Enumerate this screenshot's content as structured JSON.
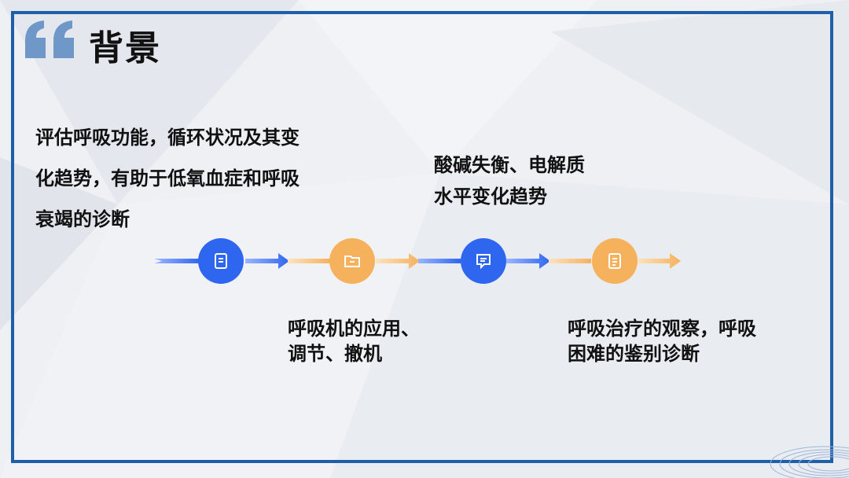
{
  "header": {
    "title": "背景"
  },
  "points": {
    "top_left": "评估呼吸功能，循环状况及其变\n化趋势，有助于低氧血症和呼吸\n衰竭的诊断",
    "top_right": "酸碱失衡、电解质\n水平变化趋势",
    "bottom_left": "呼吸机的应用、\n调节、撤机",
    "bottom_right": "呼吸治疗的观察，呼吸\n困难的鉴别诊断"
  },
  "timeline": {
    "nodes": [
      {
        "icon": "document-icon",
        "color": "#2f66f0"
      },
      {
        "icon": "folder-icon",
        "color": "#f6b15c"
      },
      {
        "icon": "chat-icon",
        "color": "#2f66f0"
      },
      {
        "icon": "note-icon",
        "color": "#f6b15c"
      }
    ]
  },
  "colors": {
    "frame": "#1f5fa8",
    "quote": "#6f97c8",
    "blue": "#2f66f0",
    "orange": "#f6b15c"
  }
}
